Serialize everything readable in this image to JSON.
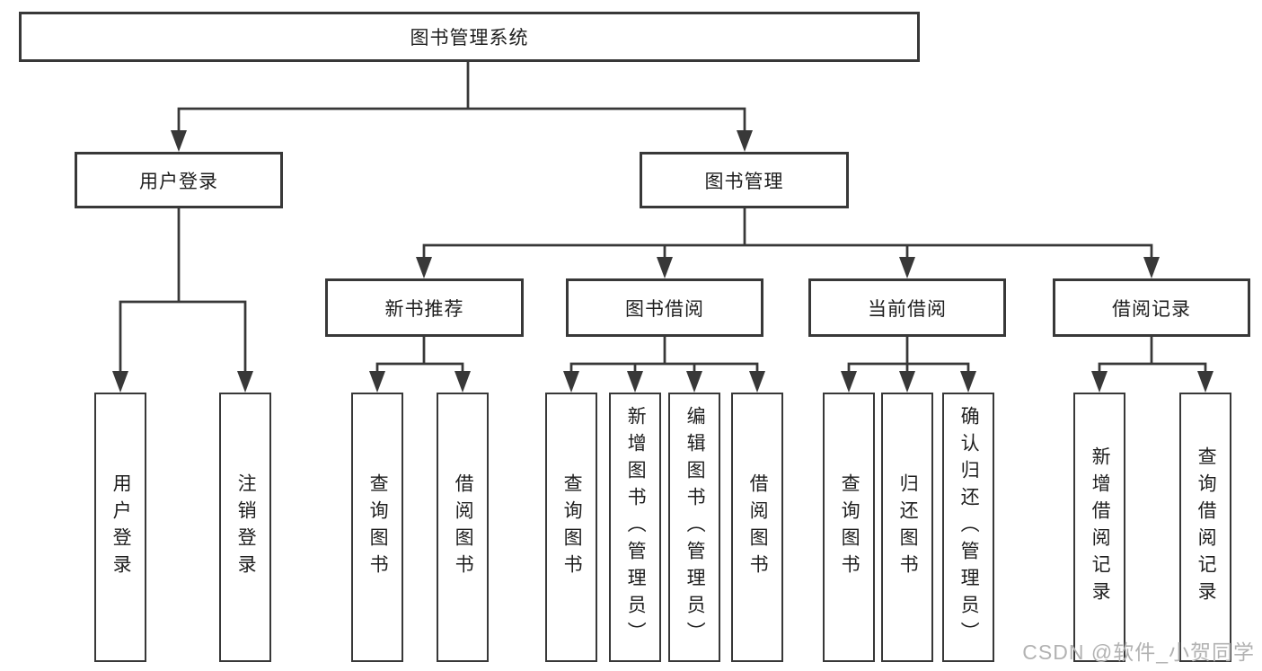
{
  "diagram": {
    "root_label": "图书管理系统",
    "level2": {
      "user_login": "用户登录",
      "book_management": "图书管理"
    },
    "level3": {
      "new_book_recommend": "新书推荐",
      "book_borrow": "图书借阅",
      "current_borrow": "当前借阅",
      "borrow_records": "借阅记录"
    },
    "login_leaves": [
      "用户登录",
      "注销登录"
    ],
    "newbook_leaves": [
      "查询图书",
      "借阅图书"
    ],
    "borrow_leaves": [
      "查询图书",
      "新增图书（管理员）",
      "编辑图书（管理员）",
      "借阅图书"
    ],
    "current_leaves": [
      "查询图书",
      "归还图书",
      "确认归还（管理员）"
    ],
    "records_leaves": [
      "新增借阅记录",
      "查询借阅记录"
    ]
  },
  "watermark": "CSDN @软件_小贺同学",
  "colors": {
    "line": "#383838",
    "text": "#1e1e1e",
    "watermark": "#b2b2b2",
    "background": "#ffffff"
  }
}
